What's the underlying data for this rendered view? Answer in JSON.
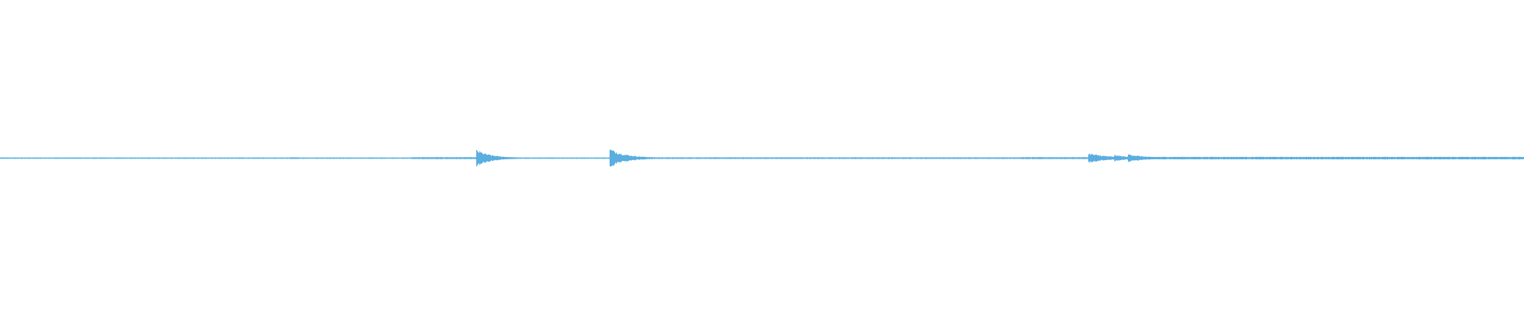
{
  "waveform": {
    "color": "#5aaee0",
    "background": "#ffffff",
    "position_range": [
      0,
      1
    ],
    "amplitude_range": [
      -1,
      1
    ],
    "baseline_amplitude": 0.003,
    "events": [
      {
        "position": 0.19,
        "peak": 0.004,
        "decay": 0.012
      },
      {
        "position": 0.275,
        "peak": 0.003,
        "decay": 0.01
      },
      {
        "position": 0.312,
        "peak": 0.055,
        "decay": 0.009
      },
      {
        "position": 0.4,
        "peak": 0.06,
        "decay": 0.01
      },
      {
        "position": 0.714,
        "peak": 0.03,
        "decay": 0.012
      },
      {
        "position": 0.731,
        "peak": 0.02,
        "decay": 0.008
      },
      {
        "position": 0.74,
        "peak": 0.025,
        "decay": 0.01
      }
    ],
    "quiet_segments": [
      {
        "start": 0.0,
        "end": 0.27,
        "level": 0.002
      },
      {
        "start": 0.27,
        "end": 0.312,
        "level": 0.004
      },
      {
        "start": 0.312,
        "end": 0.4,
        "level": 0.002
      },
      {
        "start": 0.4,
        "end": 0.67,
        "level": 0.003
      },
      {
        "start": 0.67,
        "end": 0.74,
        "level": 0.004
      },
      {
        "start": 0.74,
        "end": 1.0,
        "level": 0.006
      }
    ]
  }
}
